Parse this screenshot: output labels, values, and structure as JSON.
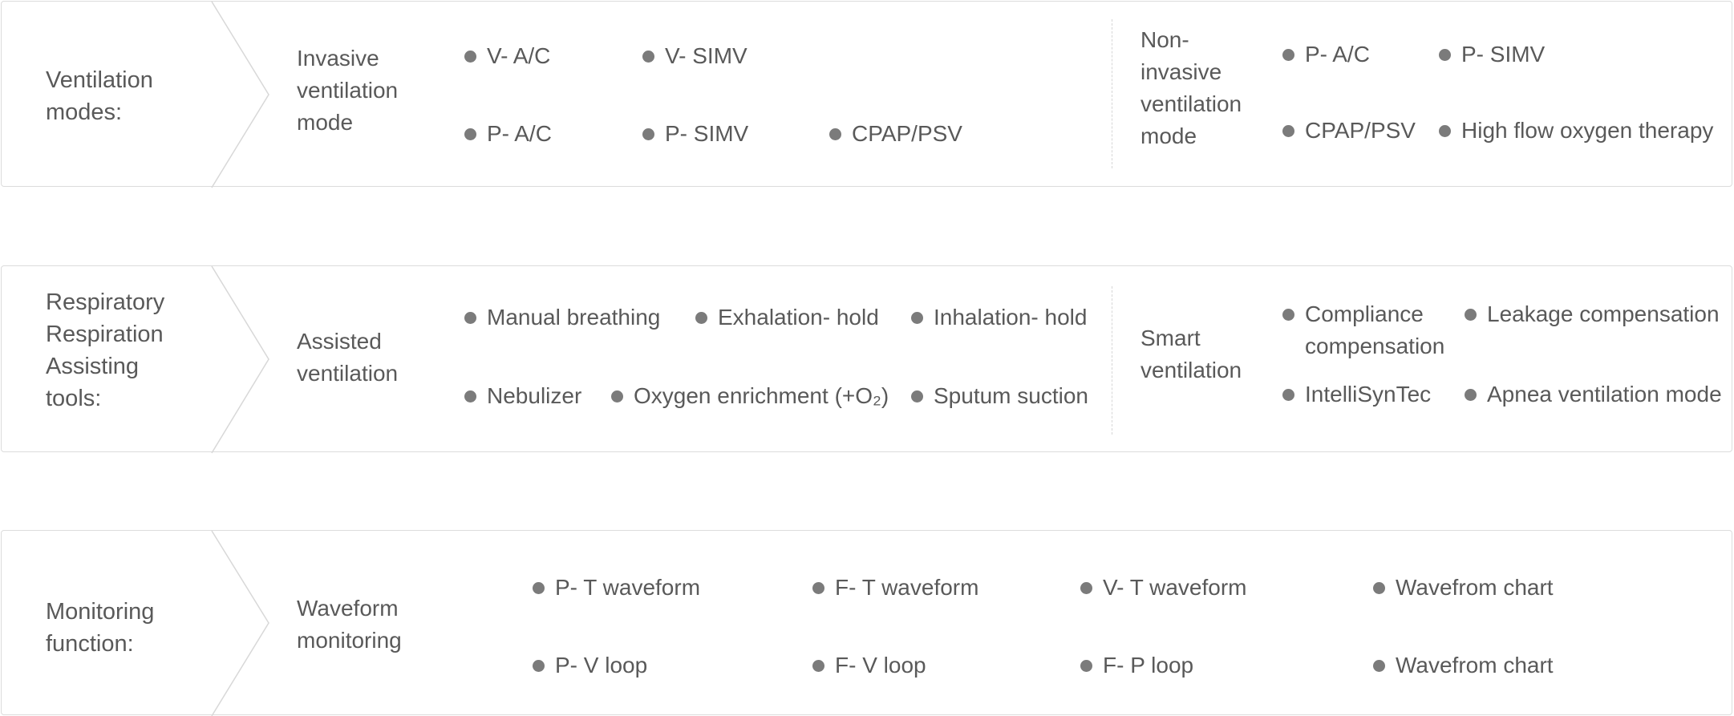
{
  "rows": [
    {
      "label": [
        "Ventilation",
        "modes:"
      ],
      "left_group": {
        "title": [
          "Invasive",
          "ventilation",
          "mode"
        ],
        "items": [
          "V- A/C",
          "V- SIMV",
          "P- A/C",
          "P- SIMV",
          "CPAP/PSV"
        ]
      },
      "right_group": {
        "title": [
          "Non-",
          "invasive",
          "ventilation",
          "mode"
        ],
        "items": [
          "P- A/C",
          "P- SIMV",
          "CPAP/PSV",
          "High flow oxygen therapy"
        ]
      }
    },
    {
      "label": [
        "Respiratory",
        "Respiration",
        "Assisting",
        "tools:"
      ],
      "left_group": {
        "title": [
          "Assisted",
          "ventilation"
        ],
        "items": [
          "Manual breathing",
          "Exhalation- hold",
          "Inhalation- hold",
          "Nebulizer",
          "Oxygen enrichment (+O₂)",
          "Sputum suction"
        ]
      },
      "right_group": {
        "title": [
          "Smart",
          "ventilation"
        ],
        "items": [
          "Compliance",
          "compensation",
          "Leakage compensation",
          "IntelliSynTec",
          "Apnea ventilation mode"
        ]
      }
    },
    {
      "label": [
        "Monitoring",
        "function:"
      ],
      "left_group": {
        "title": [
          "Waveform",
          "monitoring"
        ],
        "items": [
          "P- T waveform",
          "F- T waveform",
          "V- T waveform",
          "Wavefrom chart",
          "P- V loop",
          "F- V loop",
          "F- P loop",
          "Wavefrom chart"
        ]
      }
    }
  ],
  "colors": {
    "text": "#595959",
    "bullet": "#7b7b7b",
    "border": "#dcdcdc"
  }
}
